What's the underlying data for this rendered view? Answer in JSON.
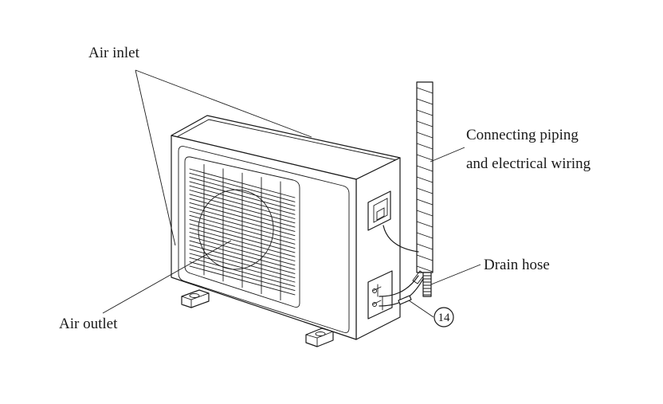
{
  "labels": {
    "air_inlet": "Air inlet",
    "air_outlet": "Air outlet",
    "connecting_line1": "Connecting piping",
    "connecting_line2": "and electrical wiring",
    "drain_hose": "Drain hose",
    "callout_number": "14"
  }
}
